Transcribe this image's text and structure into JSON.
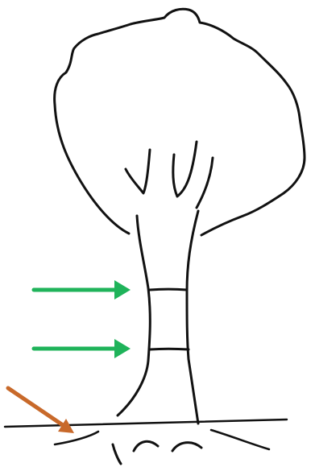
{
  "diagram": {
    "subject": "tree",
    "arrows": [
      {
        "id": "upper-trunk-arrow",
        "color": "#1fb35a"
      },
      {
        "id": "lower-trunk-arrow",
        "color": "#1fb35a"
      },
      {
        "id": "ground-arrow",
        "color": "#c8692a"
      }
    ],
    "ink_color": "#111111"
  }
}
